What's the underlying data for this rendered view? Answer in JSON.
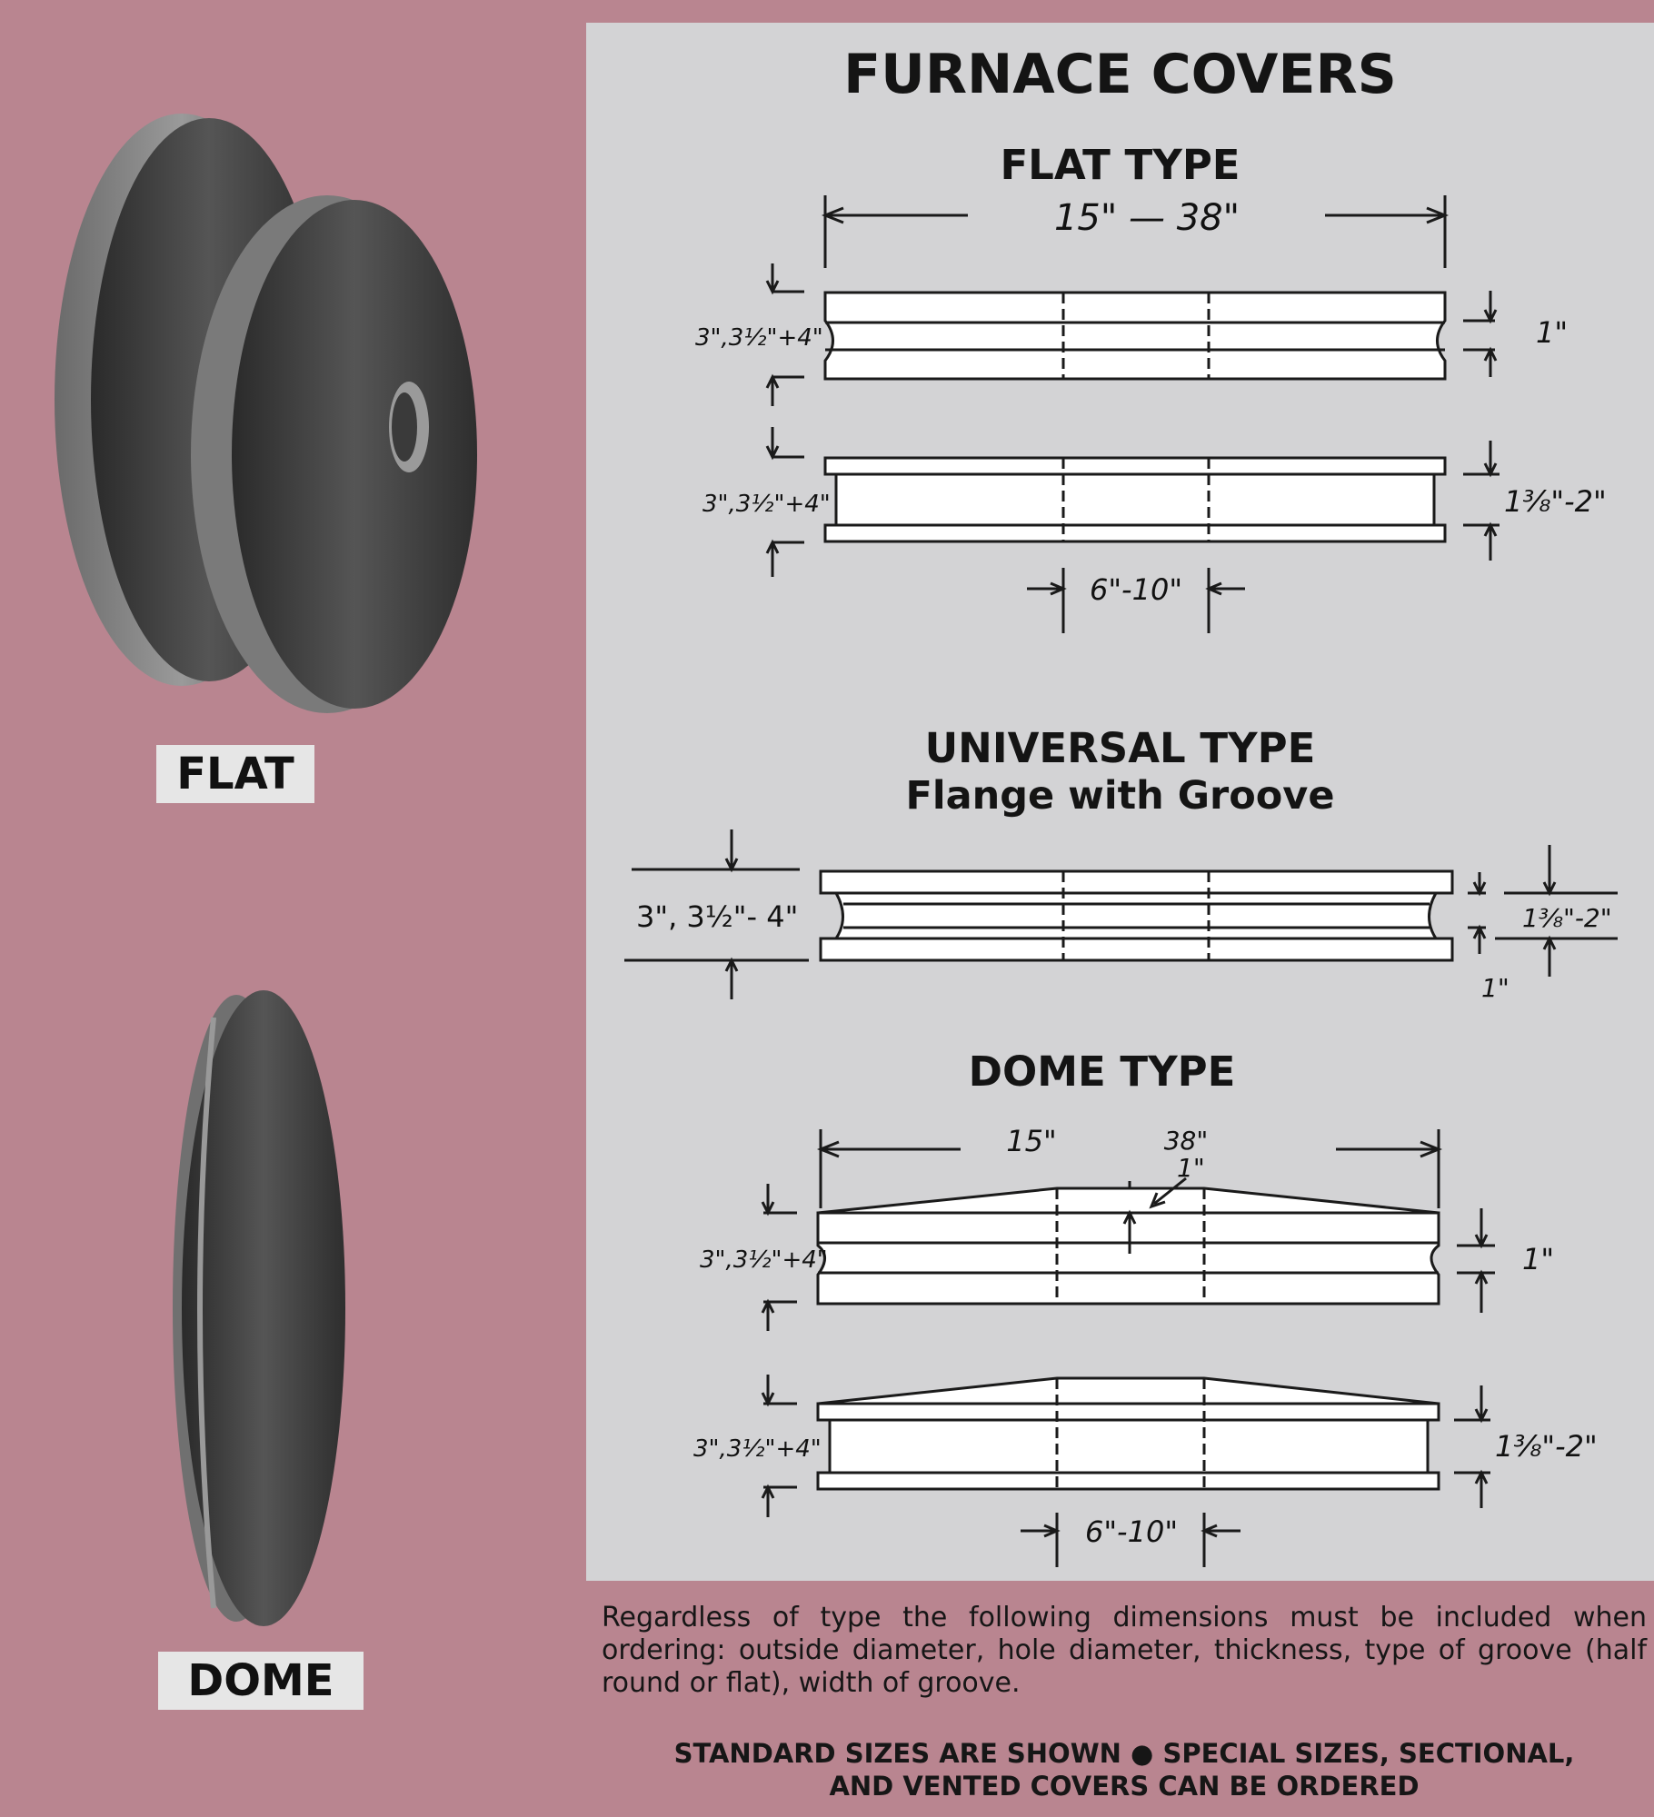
{
  "photos": {
    "flat_label": "FLAT",
    "dome_label": "DOME"
  },
  "page": {
    "title": "FURNACE COVERS"
  },
  "sections": {
    "flat": {
      "heading": "FLAT TYPE",
      "diameter": "15\" — 38\"",
      "thickness_grooved": "3\",3½\"+4\"",
      "groove_width": "1\"",
      "thickness_flanged": "3\",3½\"+4\"",
      "flange": "1⅜\"-2\"",
      "hole": "6\"-10\""
    },
    "universal": {
      "heading": "UNIVERSAL TYPE",
      "subheading": "Flange with Groove",
      "thickness": "3\", 3½\"- 4\"",
      "flange": "1⅜\"-2\"",
      "groove": "1\""
    },
    "dome": {
      "heading": "DOME TYPE",
      "diameter_min": "15\"",
      "diameter_max": "38\"",
      "rise": "1\"",
      "thickness_grooved": "3\",3½\"+4\"",
      "groove_width": "1\"",
      "thickness_flanged": "3\",3½\"+4\"",
      "flange": "1⅜\"-2\"",
      "hole": "6\"-10\""
    }
  },
  "footer": {
    "text": "Regardless of type the following dimensions must be included when ordering: outside diameter, hole diameter, thickness, type of groove (half round or flat), width of groove.",
    "note_line1": "STANDARD SIZES ARE SHOWN ● SPECIAL SIZES, SECTIONAL,",
    "note_line2": "AND VENTED COVERS CAN BE ORDERED"
  }
}
